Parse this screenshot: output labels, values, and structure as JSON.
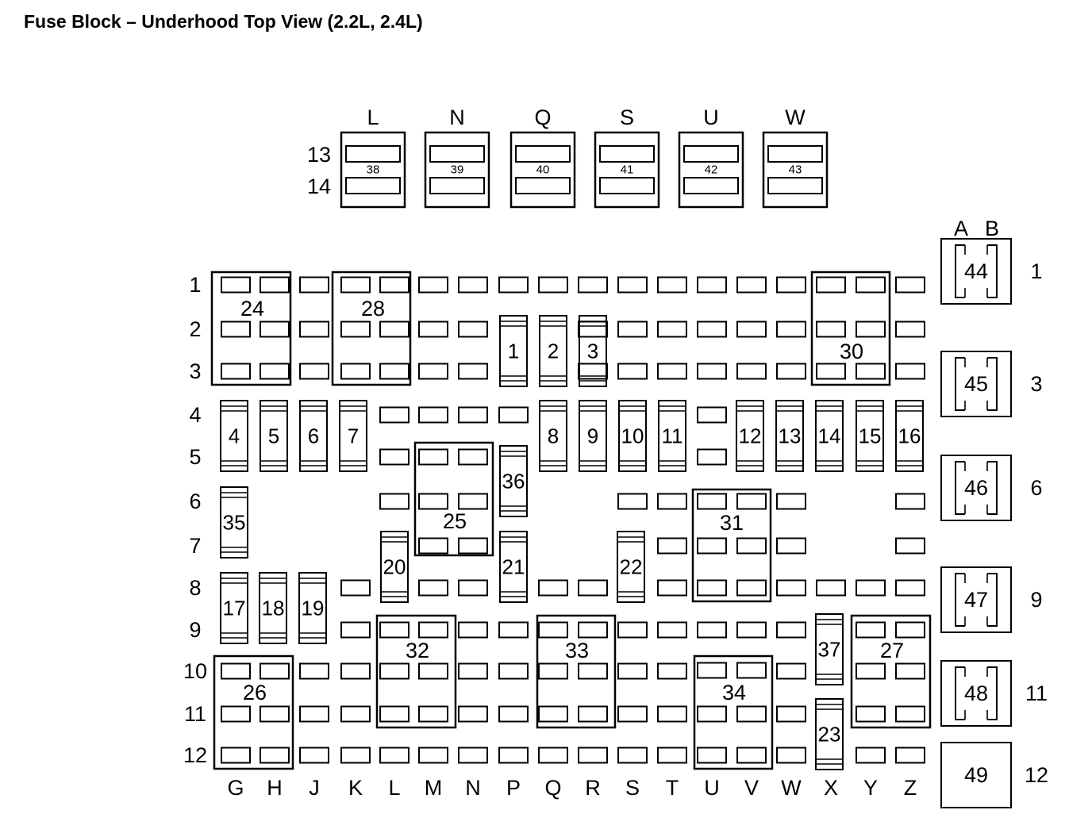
{
  "title": "Fuse Block – Underhood Top View (2.2L, 2.4L)",
  "top_columns": [
    "L",
    "N",
    "Q",
    "S",
    "U",
    "W"
  ],
  "top_rows": [
    "13",
    "14"
  ],
  "top_relays": [
    "38",
    "39",
    "40",
    "41",
    "42",
    "43"
  ],
  "row_labels": [
    "1",
    "2",
    "3",
    "4",
    "5",
    "6",
    "7",
    "8",
    "9",
    "10",
    "11",
    "12"
  ],
  "column_labels": [
    "G",
    "H",
    "J",
    "K",
    "L",
    "M",
    "N",
    "P",
    "Q",
    "R",
    "S",
    "T",
    "U",
    "V",
    "W",
    "X",
    "Y",
    "Z"
  ],
  "side_header": [
    "A",
    "B"
  ],
  "side_relays": [
    {
      "id": "44",
      "row": "1"
    },
    {
      "id": "45",
      "row": "3"
    },
    {
      "id": "46",
      "row": "6"
    },
    {
      "id": "47",
      "row": "9"
    },
    {
      "id": "48",
      "row": "11"
    },
    {
      "id": "49",
      "row": "12"
    }
  ],
  "minifuse_ids": [
    "1",
    "2",
    "3",
    "4",
    "5",
    "6",
    "7",
    "8",
    "9",
    "10",
    "11",
    "12",
    "13",
    "14",
    "15",
    "16",
    "17",
    "18",
    "19",
    "20",
    "21",
    "22",
    "23",
    "35",
    "36",
    "37"
  ],
  "relay_ids": [
    "24",
    "25",
    "26",
    "27",
    "28",
    "30",
    "31",
    "32",
    "33",
    "34"
  ]
}
